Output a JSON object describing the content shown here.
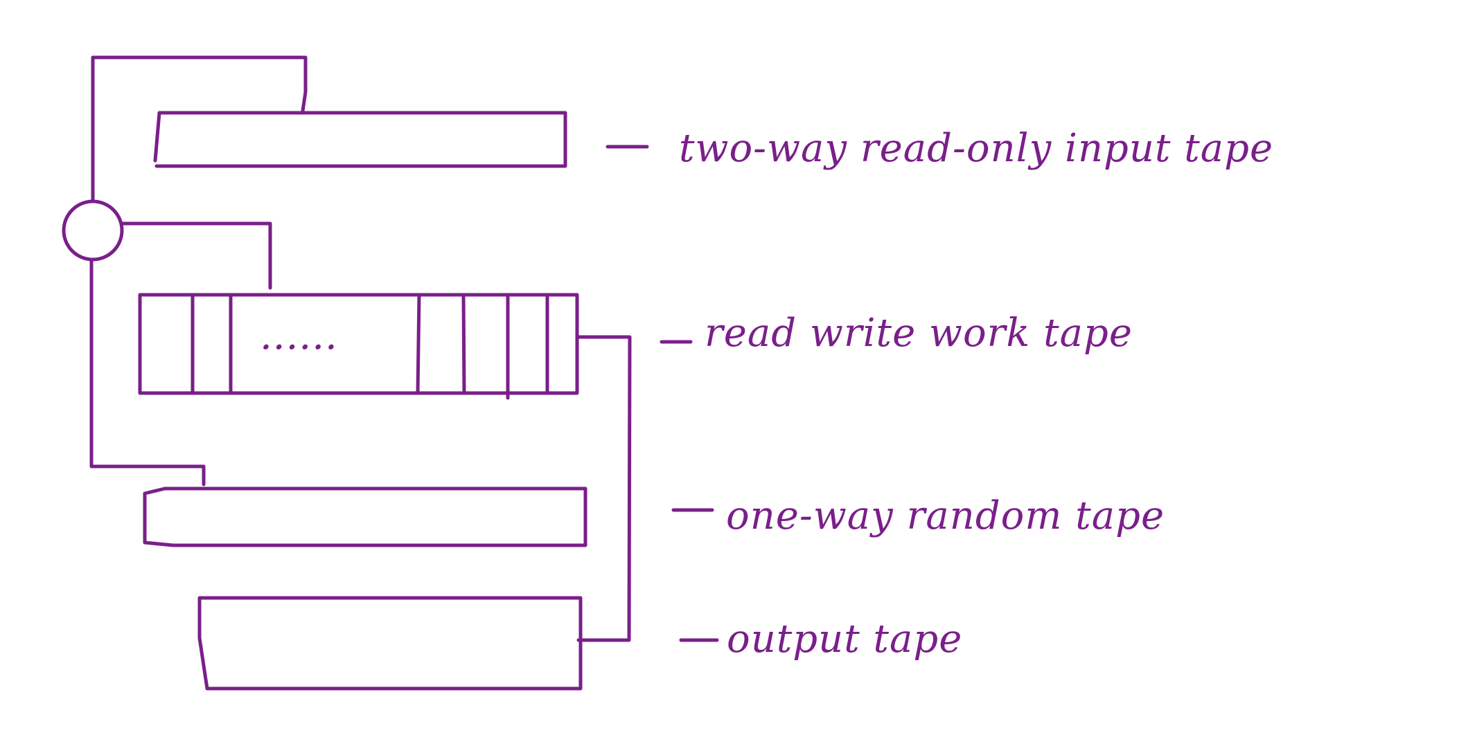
{
  "diagram": {
    "labels": {
      "input_tape": "two-way read-only input tape",
      "work_tape": "read write work tape",
      "random_tape": "one-way random tape",
      "output_tape": "output tape"
    },
    "ellipsis": "......",
    "colors": {
      "ink": "#7a1f8a",
      "background": "#ffffff"
    }
  }
}
